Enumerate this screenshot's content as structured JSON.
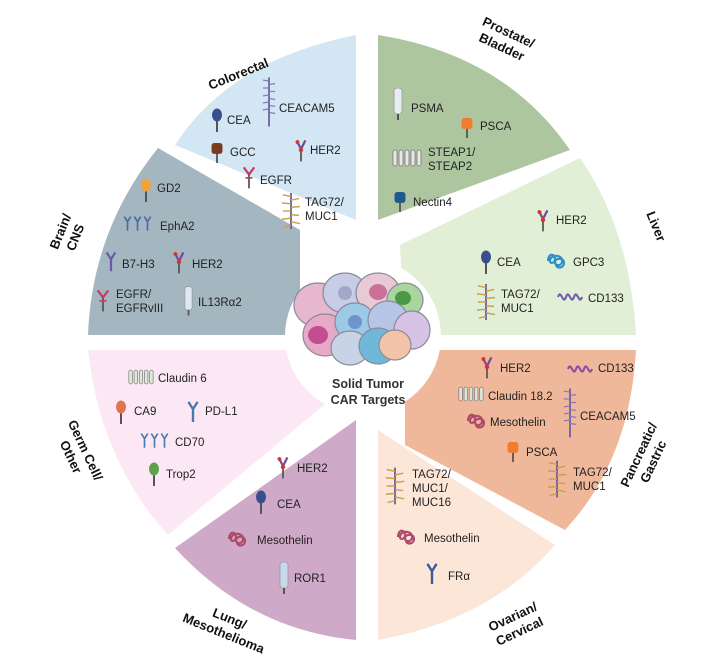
{
  "center": {
    "line1": "Solid Tumor",
    "line2": "CAR Targets"
  },
  "sectors": {
    "colorectal": {
      "title": "Colorectal",
      "color": "#d3e6f3",
      "targets": {
        "t1": "CEA",
        "t2": "CEACAM5",
        "t3": "GCC",
        "t4": "HER2",
        "t5": "EGFR",
        "t6a": "TAG72/",
        "t6b": "MUC1"
      }
    },
    "prostate": {
      "title1": "Prostate/",
      "title2": "Bladder",
      "color": "#adc6a0",
      "targets": {
        "t1": "PSMA",
        "t2": "PSCA",
        "t3a": "STEAP1/",
        "t3b": "STEAP2",
        "t4": "Nectin4"
      }
    },
    "liver": {
      "title": "Liver",
      "color": "#e1efd6",
      "targets": {
        "t1": "HER2",
        "t2": "CEA",
        "t3": "GPC3",
        "t4a": "TAG72/",
        "t4b": "MUC1",
        "t5": "CD133"
      }
    },
    "pancreatic": {
      "title1": "Pancreatic/",
      "title2": "Gastric",
      "color": "#efb89a",
      "targets": {
        "t1": "HER2",
        "t2": "CD133",
        "t3": "Claudin 18.2",
        "t4": "CEACAM5",
        "t5": "Mesothelin",
        "t6": "PSCA",
        "t7a": "TAG72/",
        "t7b": "MUC1"
      }
    },
    "ovarian": {
      "title1": "Ovarian/",
      "title2": "Cervical",
      "color": "#fce6d8",
      "targets": {
        "t1a": "TAG72/",
        "t1b": "MUC1/",
        "t1c": "MUC16",
        "t2": "Mesothelin",
        "t3": "FRα"
      }
    },
    "lung": {
      "title1": "Lung/",
      "title2": "Mesothelioma",
      "color": "#cfa9c8",
      "targets": {
        "t1": "HER2",
        "t2": "CEA",
        "t3": "Mesothelin",
        "t4": "ROR1"
      }
    },
    "germ": {
      "title1": "Germ Cell/",
      "title2": "Other",
      "color": "#fce8f4",
      "targets": {
        "t1": "Claudin 6",
        "t2": "CA9",
        "t3": "PD-L1",
        "t4": "CD70",
        "t5": "Trop2"
      }
    },
    "brain": {
      "title1": "Brain/",
      "title2": "CNS",
      "color": "#a4b6c0",
      "targets": {
        "t1": "GD2",
        "t2": "EphA2",
        "t3": "B7-H3",
        "t4": "HER2",
        "t5a": "EGFR/",
        "t5b": "EGFRvIII",
        "t6": "IL13Rα2"
      }
    }
  },
  "icons": {
    "tagged": "tag-icon",
    "ball_stick": "ball-stick-antigen-icon",
    "receptor": "receptor-icon",
    "coil": "coil-helix-icon",
    "multispan": "multi-pass-membrane-icon",
    "glycan": "glycan-mucin-icon",
    "cells": "tumor-cell-cluster-icon"
  }
}
